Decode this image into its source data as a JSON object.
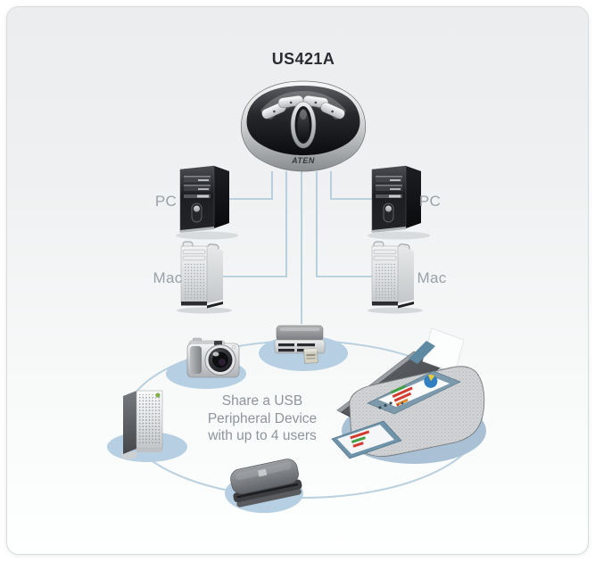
{
  "header": {
    "model_label": "US421A"
  },
  "switch_device": {
    "name": "us421a-usb-switch",
    "brand_label": "ATEN",
    "port_buttons": 4
  },
  "computers": {
    "pc_left": {
      "label": "PC"
    },
    "pc_right": {
      "label": "PC"
    },
    "mac_left": {
      "label": "Mac"
    },
    "mac_right": {
      "label": "Mac"
    }
  },
  "share_circle": {
    "caption": {
      "line1": "Share a USB",
      "line2": "Peripheral Device",
      "line3": "with up to 4 users"
    },
    "peripherals": [
      {
        "name": "card-reader"
      },
      {
        "name": "digital-camera"
      },
      {
        "name": "external-hard-drive"
      },
      {
        "name": "portable-drive"
      },
      {
        "name": "multifunction-printer"
      }
    ]
  },
  "colors": {
    "connection_line": "#aac6d8",
    "circle_outline": "#b9d0df",
    "device_pad": "#b6cfe2",
    "printer_shadow": "#a9c0d5",
    "label_text": "#9aa1a8",
    "caption_text": "#8d949b",
    "title_text": "#2b2b33"
  }
}
